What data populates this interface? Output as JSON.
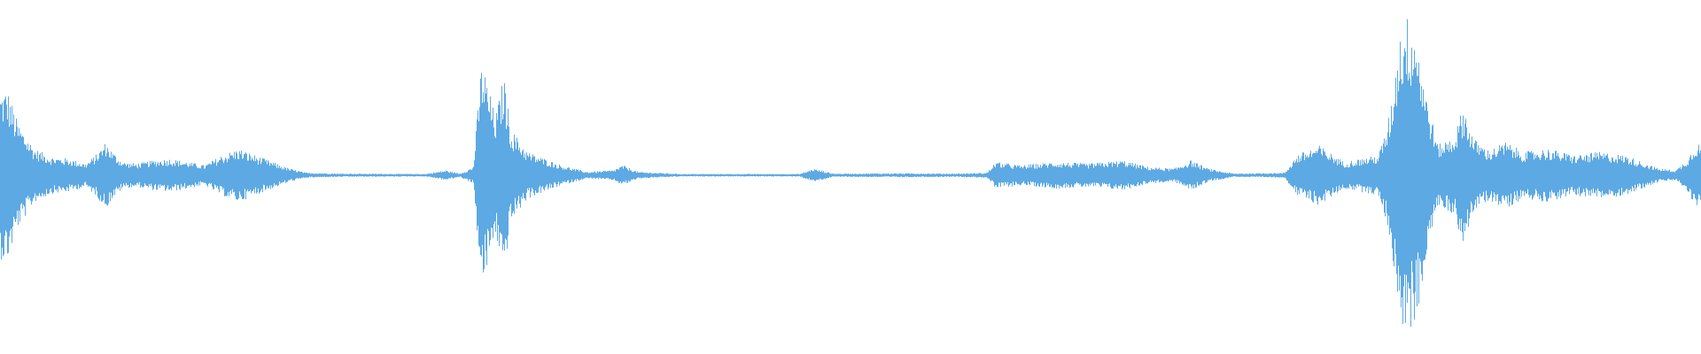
{
  "waveform": {
    "color": "#5DA9E3",
    "amplitude_envelope": [
      [
        0.0,
        0.5
      ],
      [
        0.004,
        0.52
      ],
      [
        0.01,
        0.32
      ],
      [
        0.02,
        0.16
      ],
      [
        0.03,
        0.11
      ],
      [
        0.04,
        0.1
      ],
      [
        0.05,
        0.07
      ],
      [
        0.056,
        0.12
      ],
      [
        0.062,
        0.2
      ],
      [
        0.066,
        0.14
      ],
      [
        0.072,
        0.08
      ],
      [
        0.08,
        0.07
      ],
      [
        0.09,
        0.09
      ],
      [
        0.1,
        0.1
      ],
      [
        0.11,
        0.08
      ],
      [
        0.12,
        0.06
      ],
      [
        0.13,
        0.12
      ],
      [
        0.14,
        0.16
      ],
      [
        0.15,
        0.12
      ],
      [
        0.16,
        0.08
      ],
      [
        0.17,
        0.04
      ],
      [
        0.18,
        0.015
      ],
      [
        0.2,
        0.01
      ],
      [
        0.25,
        0.008
      ],
      [
        0.262,
        0.03
      ],
      [
        0.27,
        0.01
      ],
      [
        0.278,
        0.05
      ],
      [
        0.283,
        0.7
      ],
      [
        0.287,
        0.52
      ],
      [
        0.291,
        0.35
      ],
      [
        0.296,
        0.6
      ],
      [
        0.3,
        0.28
      ],
      [
        0.31,
        0.14
      ],
      [
        0.32,
        0.1
      ],
      [
        0.33,
        0.06
      ],
      [
        0.345,
        0.02
      ],
      [
        0.36,
        0.03
      ],
      [
        0.366,
        0.06
      ],
      [
        0.375,
        0.02
      ],
      [
        0.4,
        0.008
      ],
      [
        0.47,
        0.008
      ],
      [
        0.478,
        0.04
      ],
      [
        0.49,
        0.01
      ],
      [
        0.53,
        0.012
      ],
      [
        0.56,
        0.01
      ],
      [
        0.58,
        0.015
      ],
      [
        0.585,
        0.08
      ],
      [
        0.6,
        0.06
      ],
      [
        0.62,
        0.08
      ],
      [
        0.64,
        0.07
      ],
      [
        0.66,
        0.09
      ],
      [
        0.675,
        0.05
      ],
      [
        0.69,
        0.04
      ],
      [
        0.7,
        0.09
      ],
      [
        0.71,
        0.04
      ],
      [
        0.725,
        0.01
      ],
      [
        0.755,
        0.015
      ],
      [
        0.762,
        0.12
      ],
      [
        0.775,
        0.18
      ],
      [
        0.79,
        0.08
      ],
      [
        0.8,
        0.1
      ],
      [
        0.81,
        0.12
      ],
      [
        0.815,
        0.28
      ],
      [
        0.818,
        0.45
      ],
      [
        0.822,
        0.82
      ],
      [
        0.826,
        0.96
      ],
      [
        0.832,
        0.9
      ],
      [
        0.838,
        0.5
      ],
      [
        0.845,
        0.18
      ],
      [
        0.855,
        0.24
      ],
      [
        0.86,
        0.42
      ],
      [
        0.866,
        0.22
      ],
      [
        0.875,
        0.15
      ],
      [
        0.885,
        0.2
      ],
      [
        0.895,
        0.14
      ],
      [
        0.91,
        0.16
      ],
      [
        0.925,
        0.12
      ],
      [
        0.94,
        0.14
      ],
      [
        0.955,
        0.12
      ],
      [
        0.965,
        0.08
      ],
      [
        0.975,
        0.04
      ],
      [
        0.985,
        0.03
      ],
      [
        0.992,
        0.1
      ],
      [
        0.997,
        0.2
      ],
      [
        1.0,
        0.18
      ]
    ]
  }
}
